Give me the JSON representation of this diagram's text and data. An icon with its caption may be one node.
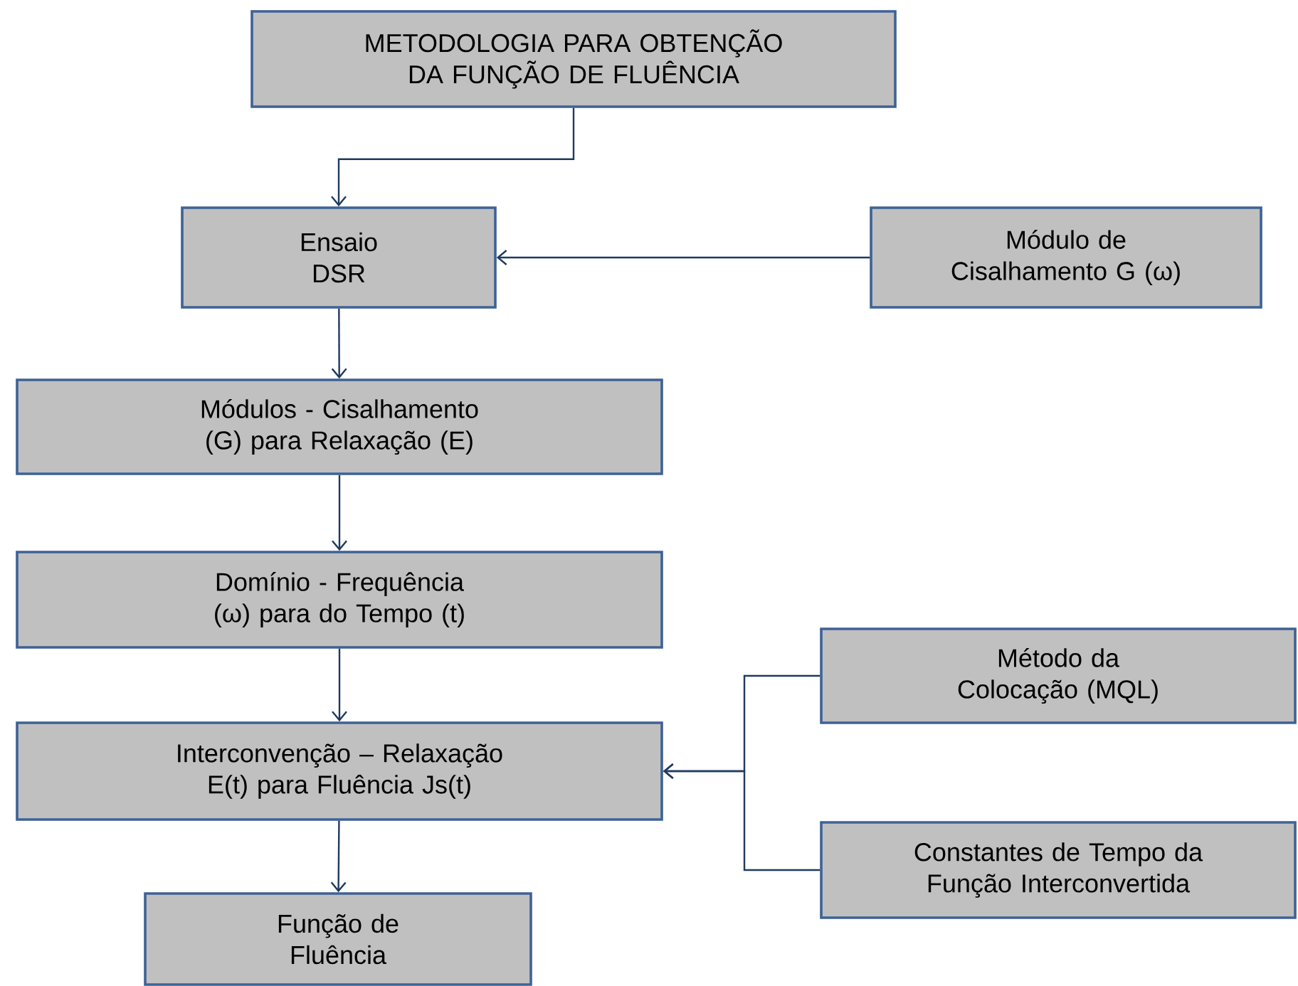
{
  "diagram": {
    "nodes": [
      {
        "text": [
          "METODOLOGIA PARA OBTENÇÃO DA FUNÇÃO DE FLUÊNCIA"
        ]
      },
      {
        "text": [
          "Ensaio DSR"
        ]
      },
      {
        "text": [
          "Módulo de Cisalhamento G (ω)"
        ]
      },
      {
        "text": [
          "Módulos -  Cisalhamento (G) para Relaxação (E)"
        ]
      },
      {
        "text": [
          "Domínio - Frequência (ω) para do Tempo (t)"
        ]
      },
      {
        "text": [
          "Interconvenção – Relaxação E(t) para Fluência Js(t)"
        ]
      },
      {
        "text": [
          "Função de Fluência"
        ]
      },
      {
        "text": [
          "Método da Colocação (MQL)"
        ]
      },
      {
        "text": [
          "Constantes de Tempo da Função Interconvertida"
        ]
      }
    ],
    "edges": [
      {
        "from": 0,
        "to": 1,
        "arrow": "to"
      },
      {
        "from": 2,
        "to": 1,
        "arrow": "to"
      },
      {
        "from": 1,
        "to": 3,
        "arrow": "to"
      },
      {
        "from": 3,
        "to": 4,
        "arrow": "to"
      },
      {
        "from": 4,
        "to": 5,
        "arrow": "to"
      },
      {
        "from": 7,
        "to": 5,
        "arrow": "to"
      },
      {
        "from": 8,
        "to": 5,
        "arrow": "to"
      },
      {
        "from": 5,
        "to": 6,
        "arrow": "to"
      }
    ]
  }
}
